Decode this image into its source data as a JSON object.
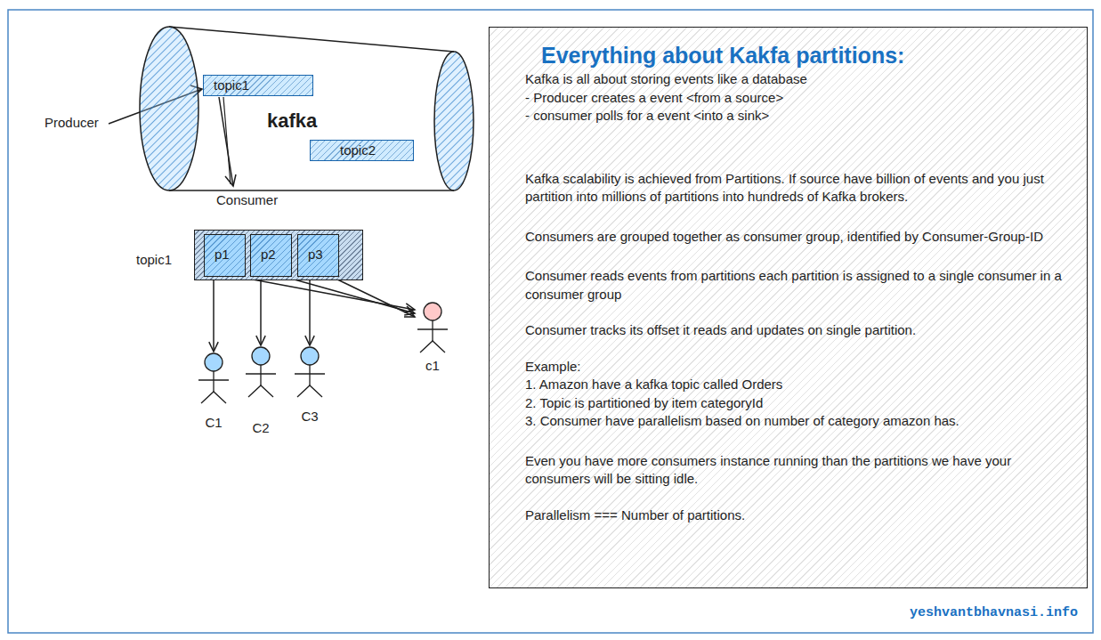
{
  "diagram": {
    "nodes": [
      {
        "text": [
          "kafka"
        ]
      },
      {
        "text": [
          "topic1"
        ],
        "in": 0
      },
      {
        "text": [
          "topic2"
        ],
        "in": 0
      },
      {
        "text": [
          "topic1"
        ]
      },
      {
        "text": [
          "p1"
        ],
        "in": 3
      },
      {
        "text": [
          "p2"
        ],
        "in": 3
      },
      {
        "text": [
          "p3"
        ],
        "in": 3
      },
      {
        "text": [
          "C1"
        ]
      },
      {
        "text": [
          "C2"
        ]
      },
      {
        "text": [
          "C3"
        ]
      },
      {
        "text": [
          "c1"
        ]
      },
      {
        "text": [
          "Everything about Kakfa partitions:",
          "Kafka is all about storing events like a database",
          "- Producer creates a event <from a source>",
          "- consumer polls for a event <into a sink>",
          "Kafka scalability is achieved from Partitions. If source have billion of events and you just partition into millions of partitions into hundreds of Kafka brokers.",
          "Consumers are grouped together as consumer group, identified by Consumer-Group-ID",
          "Consumer reads events from partitions each partition is assigned to a single consumer in a consumer group",
          "Consumer tracks its offset it reads and updates on single partition.",
          "Example:",
          "1. Amazon have a kafka topic called Orders",
          "2. Topic is partitioned by item categoryId",
          "3. Consumer have parallelism based on number of category amazon has.",
          "Even you have more consumers instance running than the partitions we have your consumers will be sitting idle.",
          "Parallelism === Number of partitions."
        ]
      }
    ],
    "edges": [
      {
        "from": 4,
        "to": 7,
        "arrow": "to"
      },
      {
        "from": 5,
        "to": 8,
        "arrow": "to"
      },
      {
        "from": 6,
        "to": 9,
        "arrow": "to"
      },
      {
        "from": 4,
        "to": 10,
        "arrow": "to"
      },
      {
        "from": 5,
        "to": 10,
        "arrow": "to"
      },
      {
        "from": 6,
        "to": 10,
        "arrow": "to"
      }
    ],
    "labels": [
      "Producer",
      "Consumer",
      "yeshvantbhavnasi.info"
    ]
  }
}
